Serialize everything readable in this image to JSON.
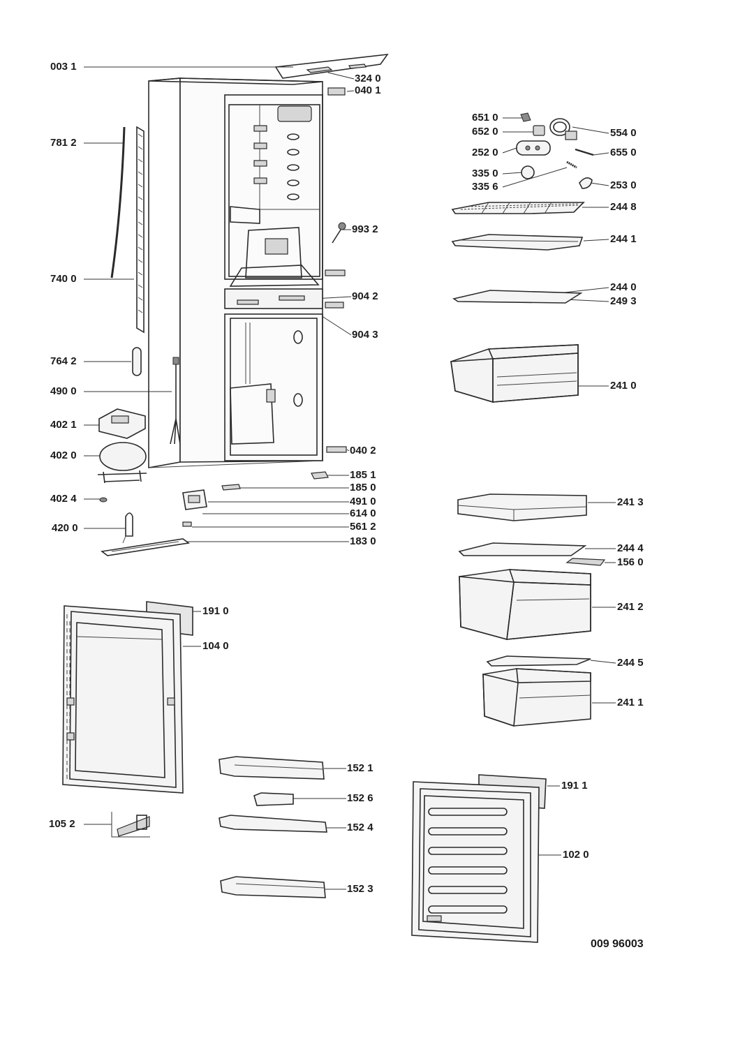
{
  "document_id": "009 96003",
  "callouts": [
    {
      "id": "p0031",
      "text": "003 1"
    },
    {
      "id": "p3240",
      "text": "324 0"
    },
    {
      "id": "p0401",
      "text": "040 1"
    },
    {
      "id": "p7812",
      "text": "781 2"
    },
    {
      "id": "p7400",
      "text": "740 0"
    },
    {
      "id": "p9932",
      "text": "993 2"
    },
    {
      "id": "p9042",
      "text": "904 2"
    },
    {
      "id": "p9043",
      "text": "904 3"
    },
    {
      "id": "p7642",
      "text": "764 2"
    },
    {
      "id": "p4900",
      "text": "490 0"
    },
    {
      "id": "p4021",
      "text": "402 1"
    },
    {
      "id": "p4020",
      "text": "402 0"
    },
    {
      "id": "p0402",
      "text": "040 2"
    },
    {
      "id": "p1851",
      "text": "185 1"
    },
    {
      "id": "p1850",
      "text": "185 0"
    },
    {
      "id": "p4024",
      "text": "402 4"
    },
    {
      "id": "p4910",
      "text": "491 0"
    },
    {
      "id": "p6140",
      "text": "614 0"
    },
    {
      "id": "p4200",
      "text": "420 0"
    },
    {
      "id": "p5612",
      "text": "561 2"
    },
    {
      "id": "p1830",
      "text": "183 0"
    },
    {
      "id": "p6510",
      "text": "651 0"
    },
    {
      "id": "p6520",
      "text": "652 0"
    },
    {
      "id": "p5540",
      "text": "554 0"
    },
    {
      "id": "p2520",
      "text": "252 0"
    },
    {
      "id": "p6550",
      "text": "655 0"
    },
    {
      "id": "p3350",
      "text": "335 0"
    },
    {
      "id": "p3356",
      "text": "335 6"
    },
    {
      "id": "p2530",
      "text": "253 0"
    },
    {
      "id": "p2448",
      "text": "244 8"
    },
    {
      "id": "p2441",
      "text": "244 1"
    },
    {
      "id": "p2440",
      "text": "244 0"
    },
    {
      "id": "p2493",
      "text": "249 3"
    },
    {
      "id": "p2410",
      "text": "241 0"
    },
    {
      "id": "p2413",
      "text": "241 3"
    },
    {
      "id": "p2444",
      "text": "244 4"
    },
    {
      "id": "p1560",
      "text": "156 0"
    },
    {
      "id": "p2412",
      "text": "241 2"
    },
    {
      "id": "p2445",
      "text": "244 5"
    },
    {
      "id": "p2411",
      "text": "241 1"
    },
    {
      "id": "p1910",
      "text": "191 0"
    },
    {
      "id": "p1040",
      "text": "104 0"
    },
    {
      "id": "p1521",
      "text": "152 1"
    },
    {
      "id": "p1526",
      "text": "152 6"
    },
    {
      "id": "p1524",
      "text": "152 4"
    },
    {
      "id": "p1523",
      "text": "152 3"
    },
    {
      "id": "p1052",
      "text": "105 2"
    },
    {
      "id": "p1911",
      "text": "191 1"
    },
    {
      "id": "p1020",
      "text": "102 0"
    }
  ]
}
